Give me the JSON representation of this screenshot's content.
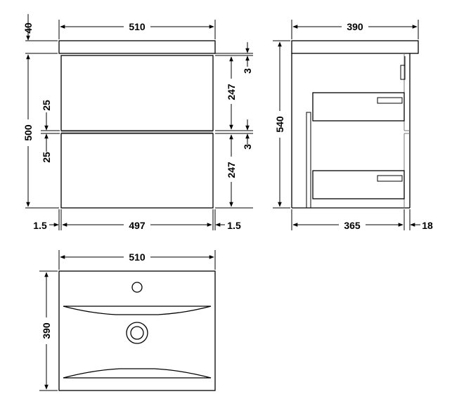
{
  "front_view": {
    "overall_width": "510",
    "top_thickness": "40",
    "overall_height": "500",
    "upper_gap": "25",
    "lower_gap": "25",
    "upper_drawer_height": "247",
    "lower_drawer_height": "247",
    "upper_clearance": "3",
    "lower_clearance": "3",
    "left_margin": "1.5",
    "door_width": "497",
    "right_margin": "1.5"
  },
  "side_view": {
    "overall_depth": "390",
    "overall_height": "540",
    "drawer_depth": "365",
    "back_gap": "18"
  },
  "top_view": {
    "width": "510",
    "depth": "390"
  }
}
